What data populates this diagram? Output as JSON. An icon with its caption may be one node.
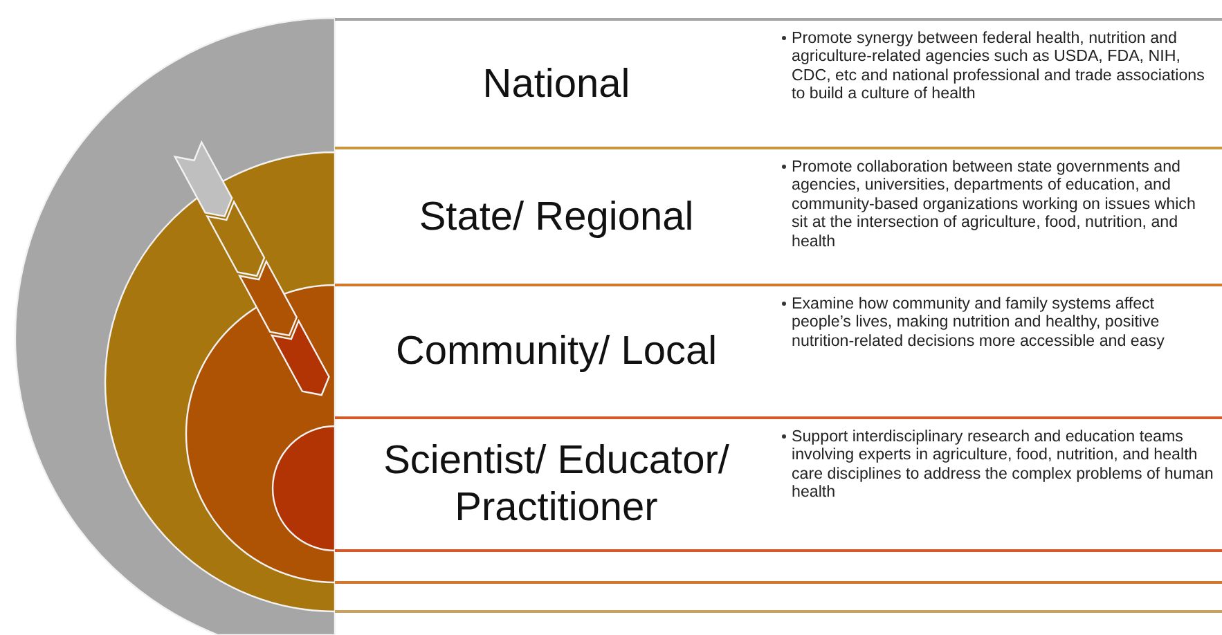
{
  "diagram": {
    "nodes": [
      {
        "text": [
          "National",
          "Promote synergy between federal health, nutrition and agriculture-related agencies such as USDA, FDA, NIH, CDC, etc and national professional and trade associations to build a culture of health"
        ]
      },
      {
        "text": [
          "State/ Regional",
          "Promote collaboration between state governments and agencies, universities, departments of education, and community-based organizations working on issues which sit at the intersection of agriculture, food, nutrition, and health"
        ]
      },
      {
        "text": [
          "Community/ Local",
          "Examine how community and family systems affect people’s lives, making nutrition and healthy, positive nutrition-related decisions more accessible and easy"
        ]
      },
      {
        "text": [
          "Scientist/ Educator/ Practitioner",
          "Support interdisciplinary research and education teams involving experts in agriculture, food, nutrition, and health care disciplines to address the complex problems of human health"
        ]
      }
    ]
  }
}
